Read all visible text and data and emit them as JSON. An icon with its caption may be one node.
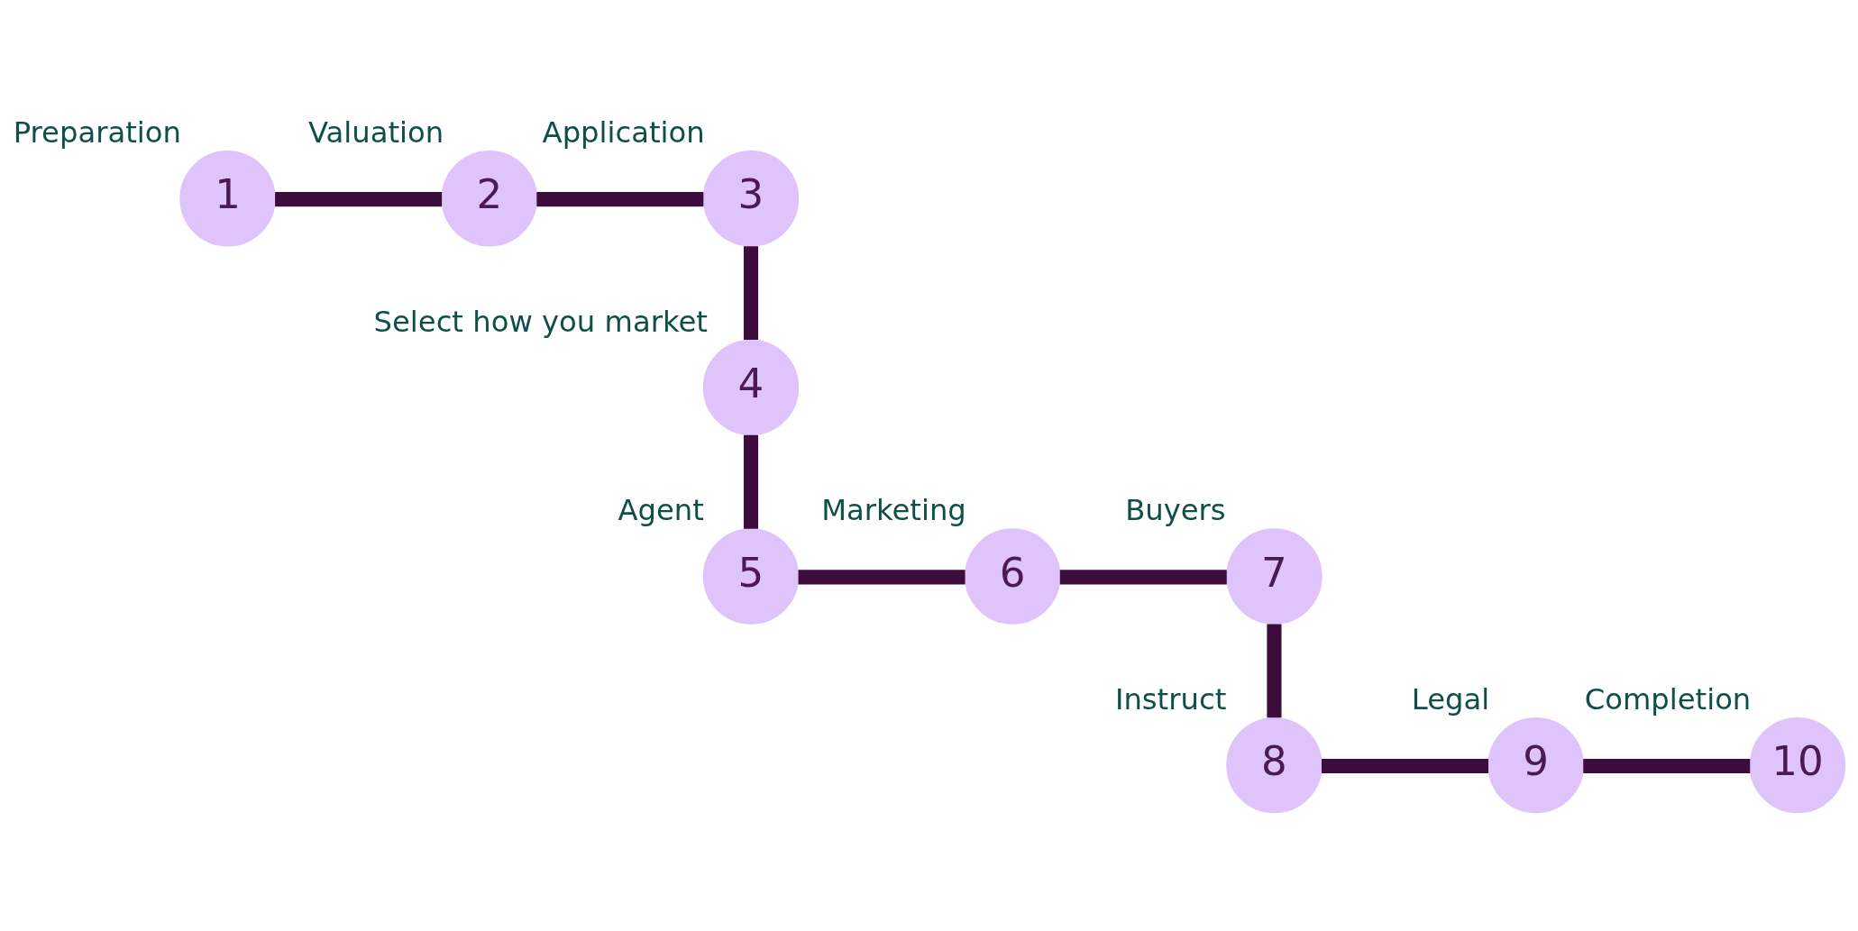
{
  "diagram": {
    "nodes": [
      {
        "text": [
          "1"
        ],
        "beside": [
          "Preparation"
        ]
      },
      {
        "text": [
          "2"
        ],
        "beside": [
          "Valuation"
        ]
      },
      {
        "text": [
          "3"
        ],
        "beside": [
          "Application"
        ]
      },
      {
        "text": [
          "4"
        ],
        "beside": [
          "Select how you market"
        ]
      },
      {
        "text": [
          "5"
        ],
        "beside": [
          "Agent"
        ]
      },
      {
        "text": [
          "6"
        ],
        "beside": [
          "Marketing"
        ]
      },
      {
        "text": [
          "7"
        ],
        "beside": [
          "Buyers"
        ]
      },
      {
        "text": [
          "8"
        ],
        "beside": [
          "Instruct"
        ]
      },
      {
        "text": [
          "9"
        ],
        "beside": [
          "Legal"
        ]
      },
      {
        "text": [
          "10"
        ],
        "beside": [
          "Completion"
        ]
      }
    ],
    "edges": [
      {
        "from": 0,
        "to": 1,
        "arrow": "none"
      },
      {
        "from": 1,
        "to": 2,
        "arrow": "none"
      },
      {
        "from": 2,
        "to": 3,
        "arrow": "none"
      },
      {
        "from": 3,
        "to": 4,
        "arrow": "none"
      },
      {
        "from": 4,
        "to": 5,
        "arrow": "none"
      },
      {
        "from": 5,
        "to": 6,
        "arrow": "none"
      },
      {
        "from": 6,
        "to": 7,
        "arrow": "none"
      },
      {
        "from": 7,
        "to": 8,
        "arrow": "none"
      },
      {
        "from": 8,
        "to": 9,
        "arrow": "none"
      }
    ]
  }
}
